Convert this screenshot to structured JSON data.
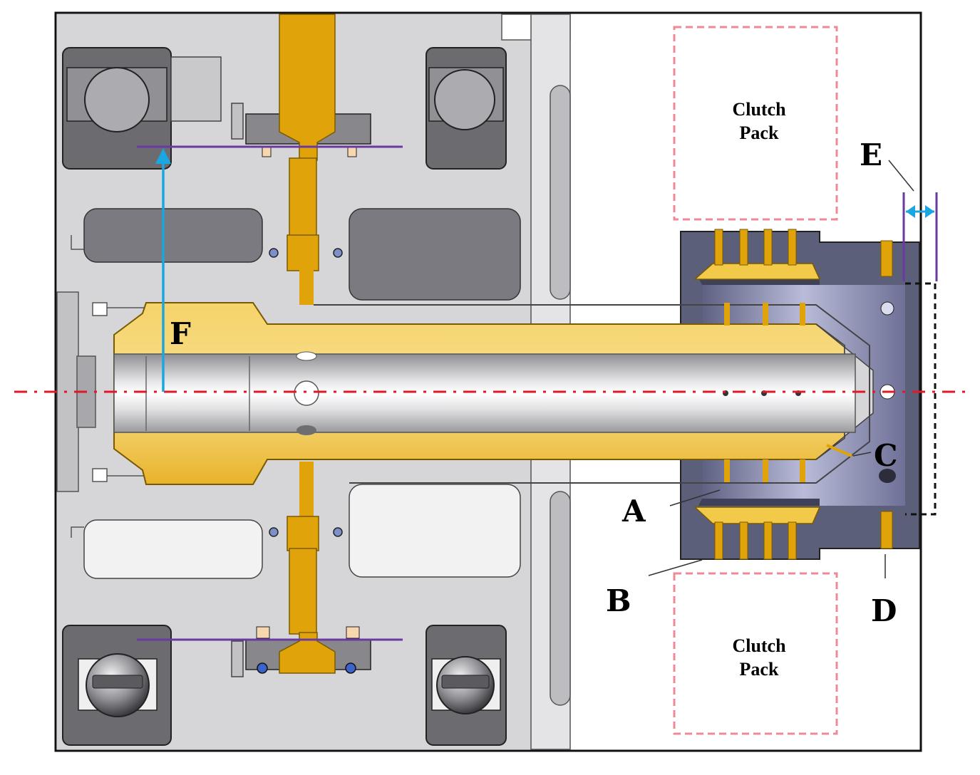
{
  "colors": {
    "oil": "#e0a30a",
    "oil_light": "#f3c94a",
    "housing": "#d6d6d8",
    "housing_dark": "#9a9aa0",
    "bearing": "#68686d",
    "hub": "#5c5f7a",
    "hub_inner": "#9c9ec4",
    "centerline": "#e0192a",
    "pressure_line": "#6a3aa0",
    "arrow": "#1aa6e0",
    "clutch_box": "#ee8a95",
    "frame": "#111111"
  },
  "clutch_packs": [
    {
      "line1": "Clutch",
      "line2": "Pack"
    },
    {
      "line1": "Clutch",
      "line2": "Pack"
    }
  ],
  "labels": {
    "a": "A",
    "b": "B",
    "c": "C",
    "d": "D",
    "e": "E",
    "f": "F"
  }
}
